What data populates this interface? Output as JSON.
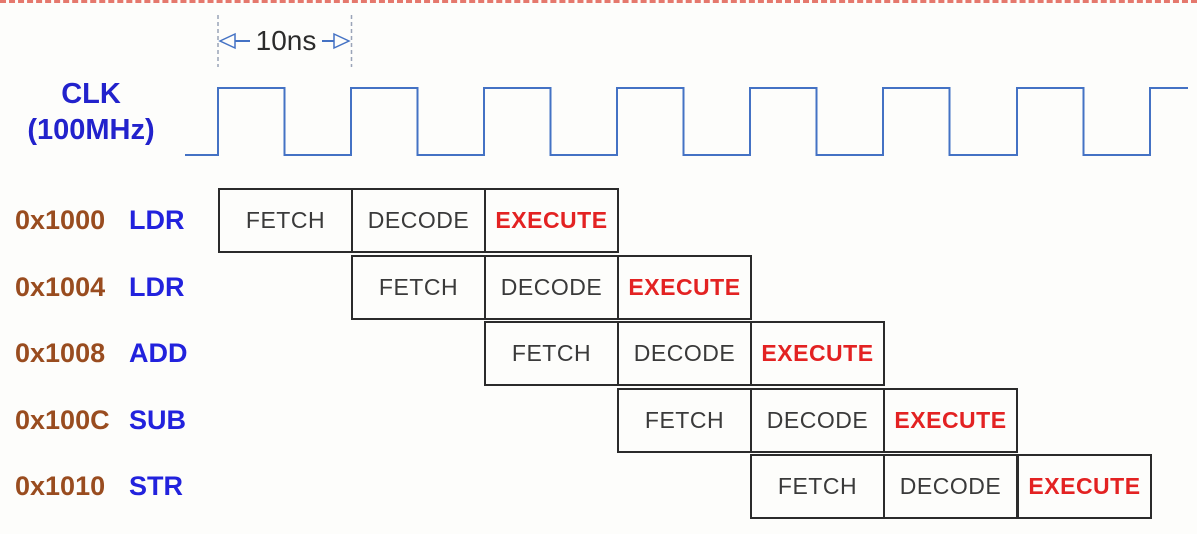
{
  "clock": {
    "label_line1": "CLK",
    "label_line2": "(100MHz)",
    "period_label": "10ns"
  },
  "rows": [
    {
      "address": "0x1000",
      "mnemonic": "LDR",
      "stages": [
        "FETCH",
        "DECODE",
        "EXECUTE"
      ]
    },
    {
      "address": "0x1004",
      "mnemonic": "LDR",
      "stages": [
        "FETCH",
        "DECODE",
        "EXECUTE"
      ]
    },
    {
      "address": "0x1008",
      "mnemonic": "ADD",
      "stages": [
        "FETCH",
        "DECODE",
        "EXECUTE"
      ]
    },
    {
      "address": "0x100C",
      "mnemonic": "SUB",
      "stages": [
        "FETCH",
        "DECODE",
        "EXECUTE"
      ]
    },
    {
      "address": "0x1010",
      "mnemonic": "STR",
      "stages": [
        "FETCH",
        "DECODE",
        "EXECUTE"
      ]
    }
  ],
  "colors": {
    "clock_waveform_blue": "#4472C4",
    "clock_label_blue": "#2222CC",
    "address_brown": "#994C1F",
    "mnemonic_blue": "#2222DD",
    "execute_red": "#E32222",
    "box_border": "#2B2B2B",
    "top_dashed_line_red": "#E0574A"
  }
}
